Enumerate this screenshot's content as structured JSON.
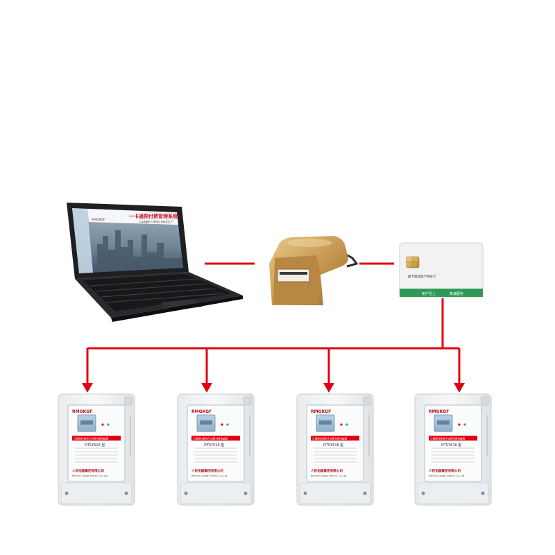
{
  "accent_color": "#e00012",
  "laptop": {
    "logo": "RMGKGF",
    "screen_title": "一卡通预付费管理系统",
    "screen_subtitle": "人民电器PTG有限公司研发生产",
    "icon": "laptop-icon"
  },
  "card_reader": {
    "icon": "card-reader-icon"
  },
  "ic_card": {
    "top_text": "最卡版智能卡特征计",
    "banner_left": "用户至上",
    "banner_right": "真诚服务",
    "icon": "ic-card-icon"
  },
  "meters": [
    {
      "brand": "RMGKGF",
      "model_band": "三相预付费电子式预付费电能表",
      "model": "DTSY618 型",
      "maker_cn": "人民电器集团有限公司",
      "maker_en": "Renmin Gaoke Electric Co.,Ltd."
    },
    {
      "brand": "RMGKGF",
      "model_band": "三相预付费电子式预付费电能表",
      "model": "DTSY618 型",
      "maker_cn": "人民电器集团有限公司",
      "maker_en": "Renmin Gaoke Electric Co.,Ltd."
    },
    {
      "brand": "RMGKGF",
      "model_band": "三相预付费电子式预付费电能表",
      "model": "DTSY618 型",
      "maker_cn": "人民电器集团有限公司",
      "maker_en": "Renmin Gaoke Electric Co.,Ltd."
    },
    {
      "brand": "RMGKGF",
      "model_band": "三相预付费电子式预付费电能表",
      "model": "DTSY618 型",
      "maker_cn": "人民电器集团有限公司",
      "maker_en": "Renmin Gaoke Electric Co.,Ltd."
    }
  ]
}
